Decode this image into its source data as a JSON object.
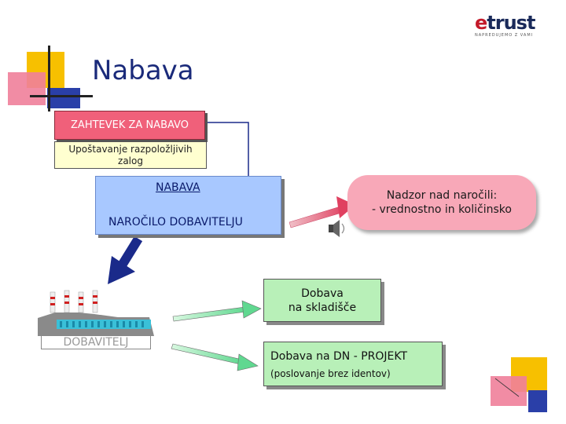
{
  "title": "Nabava",
  "logo": {
    "letter": "e",
    "word": "trust",
    "tagline": "NAPREDUJEMO Z VAMI"
  },
  "boxes": {
    "zahtevek": "ZAHTEVEK ZA NABAVO",
    "upostevanje_line1": "Upoštavanje razpoložljivih",
    "upostevanje_line2": "zalog",
    "nabava": "NABAVA",
    "narocilo": "NAROČILO DOBAVITELJU",
    "nadzor_line1": "Nadzor nad naročili:",
    "nadzor_line2": "- vrednostno in količinsko",
    "dobava_line1": "Dobava",
    "dobava_line2": "na skladišče",
    "dn_main": "Dobava na DN - PROJEKT",
    "dn_sub": "(poslovanje brez identov)",
    "dobavitelj": "DOBAVITELJ"
  },
  "colors": {
    "title": "#1a2a7a",
    "zahtevek": "#f0607a",
    "upostevanje": "#ffffd0",
    "nabava": "#a8c8ff",
    "nadzor": "#f8a8b8",
    "dobava": "#b8f0b8",
    "accent_yellow": "#f7c000",
    "accent_blue": "#2a3fa8",
    "arrow_blue": "#2a3fa8",
    "arrow_pink": "#e85070",
    "arrow_green": "#80e0a0"
  },
  "icons": [
    "speaker-icon",
    "factory-icon"
  ]
}
